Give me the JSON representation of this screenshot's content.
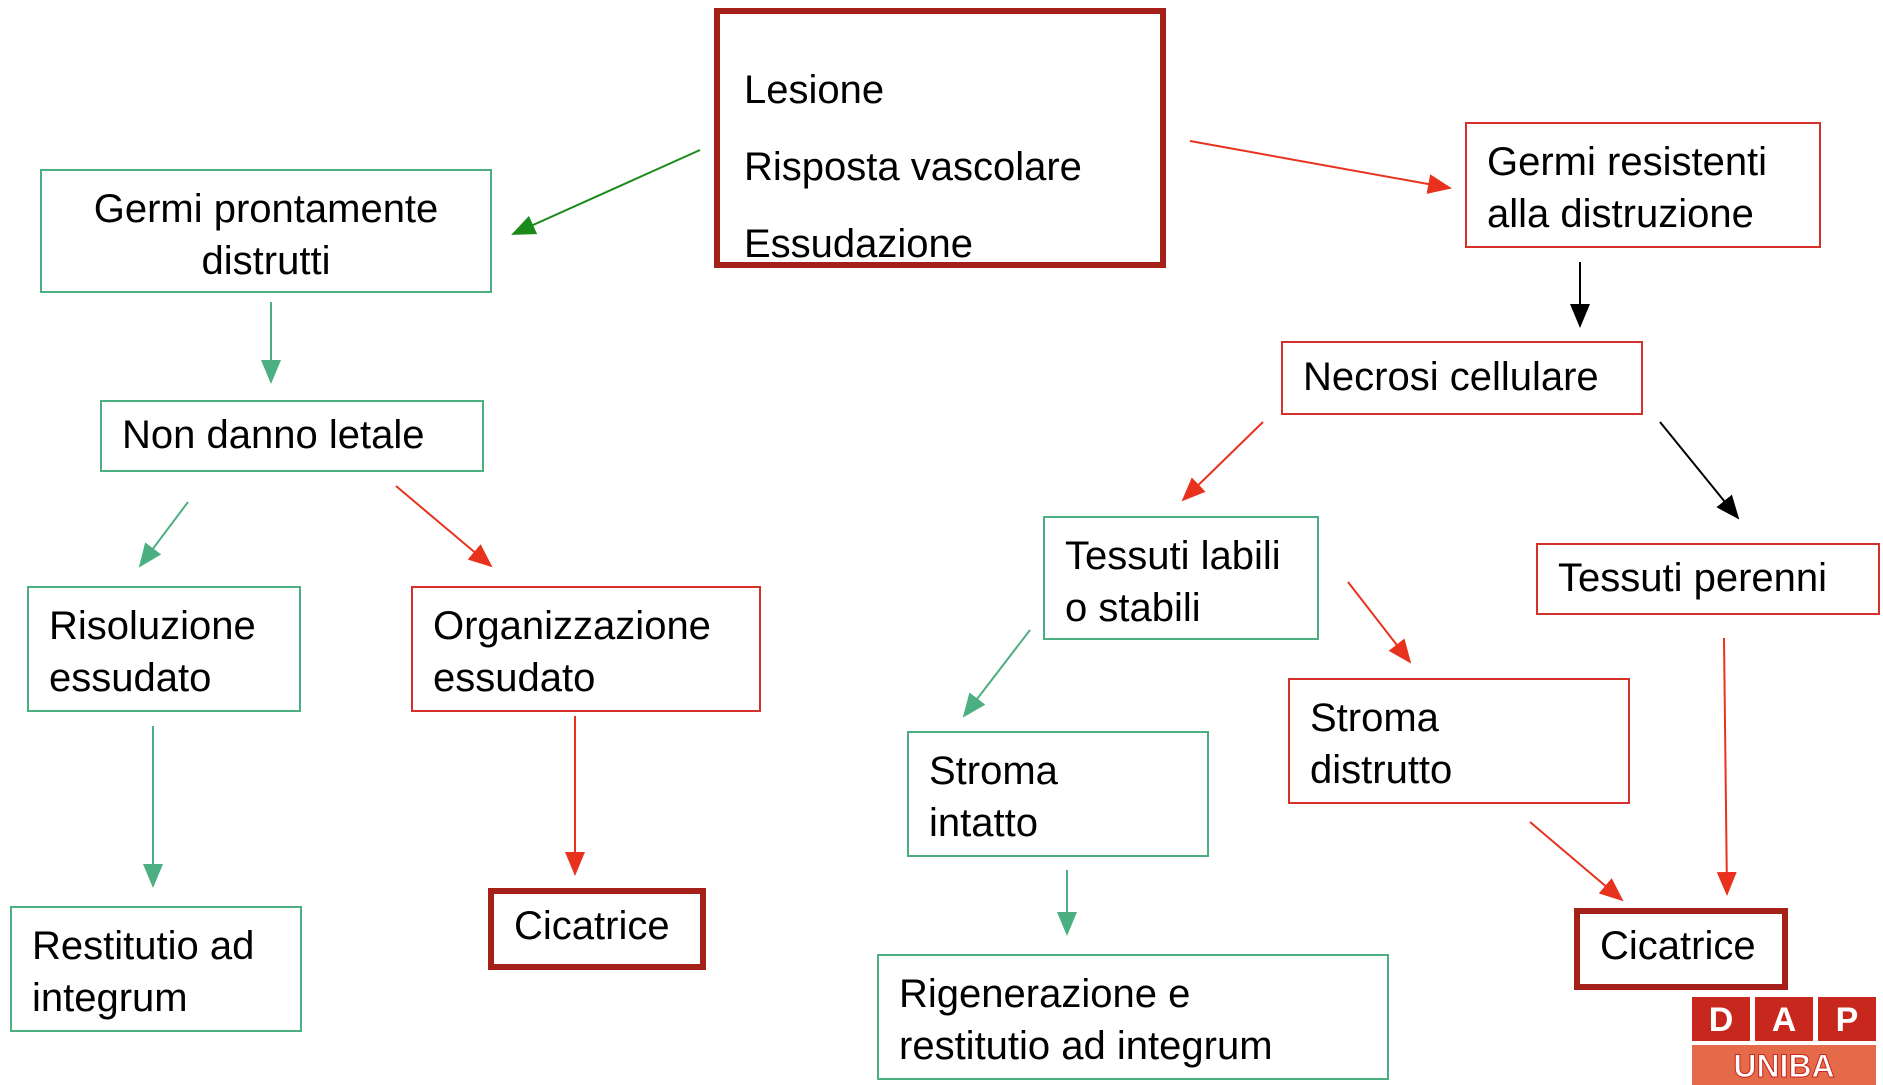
{
  "colors": {
    "green_arrow": "#4caf82",
    "dark_green_arrow": "#1a8a1a",
    "red_arrow": "#e8321e",
    "black_arrow": "#000000",
    "green_border": "#4caf82",
    "red_border": "#d4312a",
    "dark_red_border": "#a52019"
  },
  "nodes": {
    "start": {
      "line1": "Lesione",
      "line2": "Risposta vascolare",
      "line3": "Essudazione"
    },
    "germi_distrutti": {
      "line1": "Germi prontamente",
      "line2": "distrutti"
    },
    "non_danno": {
      "line1": "Non danno letale"
    },
    "risoluzione": {
      "line1": "Risoluzione",
      "line2": "essudato"
    },
    "organizzazione": {
      "line1": "Organizzazione",
      "line2": "essudato"
    },
    "restitutio": {
      "line1": "Restitutio ad",
      "line2": "integrum"
    },
    "cicatrice_left": {
      "line1": "Cicatrice"
    },
    "germi_resistenti": {
      "line1": "Germi resistenti",
      "line2": "alla distruzione"
    },
    "necrosi": {
      "line1": "Necrosi cellulare"
    },
    "tessuti_labili": {
      "line1": "Tessuti labili",
      "line2": "o stabili"
    },
    "tessuti_perenni": {
      "line1": "Tessuti perenni"
    },
    "stroma_intatto": {
      "line1": "Stroma",
      "line2": "intatto"
    },
    "stroma_distrutto": {
      "line1": "Stroma",
      "line2": "distrutto"
    },
    "rigenerazione": {
      "line1": "Rigenerazione e",
      "line2": "restitutio ad integrum"
    },
    "cicatrice_right": {
      "line1": "Cicatrice"
    }
  },
  "logo": {
    "letters": [
      "D",
      "A",
      "P"
    ],
    "sub": "UNIBA"
  }
}
